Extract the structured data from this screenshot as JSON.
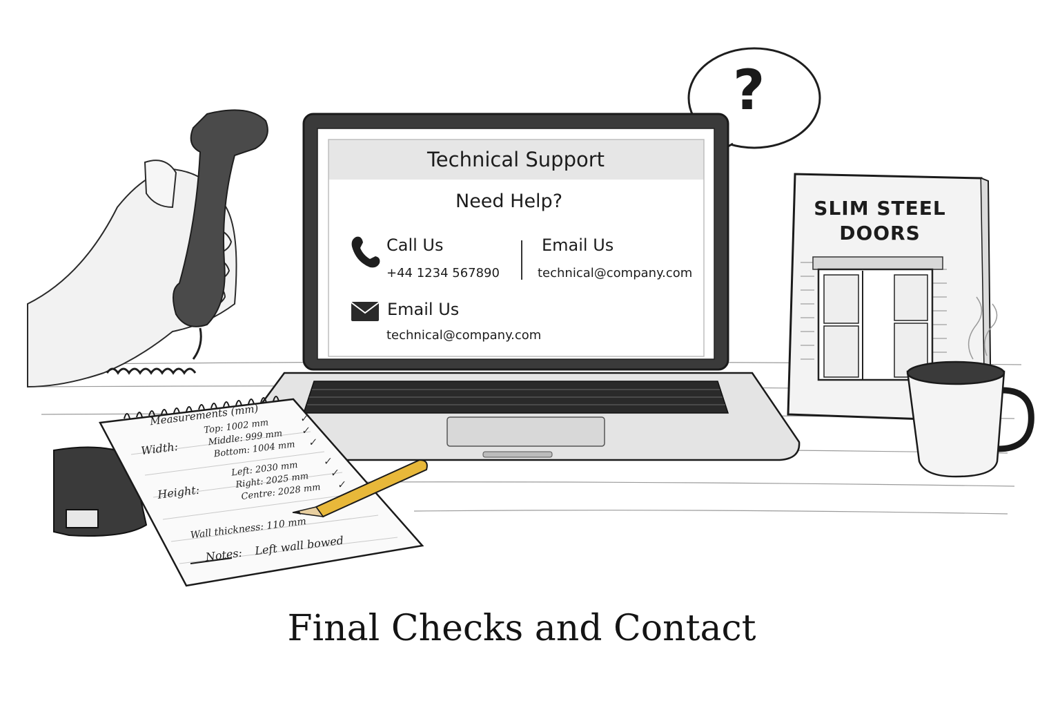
{
  "screen": {
    "header": "Technical Support",
    "subheader": "Need Help?",
    "call": {
      "label": "Call Us",
      "value": "+44 1234 567890"
    },
    "email_right": {
      "label": "Email Us",
      "value": "technical@company.com"
    },
    "email_left": {
      "label": "Email Us",
      "value": "technical@company.com"
    }
  },
  "bubble": {
    "symbol": "?"
  },
  "book": {
    "line1": "SLIM STEEL",
    "line2": "DOORS"
  },
  "notepad": {
    "title": "Measurements (mm)",
    "width_label": "Width:",
    "width_rows": [
      "Top: 1002 mm",
      "Middle: 999 mm",
      "Bottom: 1004 mm"
    ],
    "height_label": "Height:",
    "height_rows": [
      "Left: 2030 mm",
      "Right: 2025 mm",
      "Centre: 2028 mm"
    ],
    "wall": "Wall thickness: 110 mm",
    "notes_label": "Notes:",
    "notes_value": "Left wall bowed",
    "check": "✓"
  },
  "caption": "Final Checks and Contact",
  "colors": {
    "ink": "#1a1a1a",
    "pencil": "#e8b83a",
    "screen_header_bg": "#e6e6e6"
  },
  "icons": [
    "phone-icon",
    "mail-icon",
    "question-icon"
  ]
}
